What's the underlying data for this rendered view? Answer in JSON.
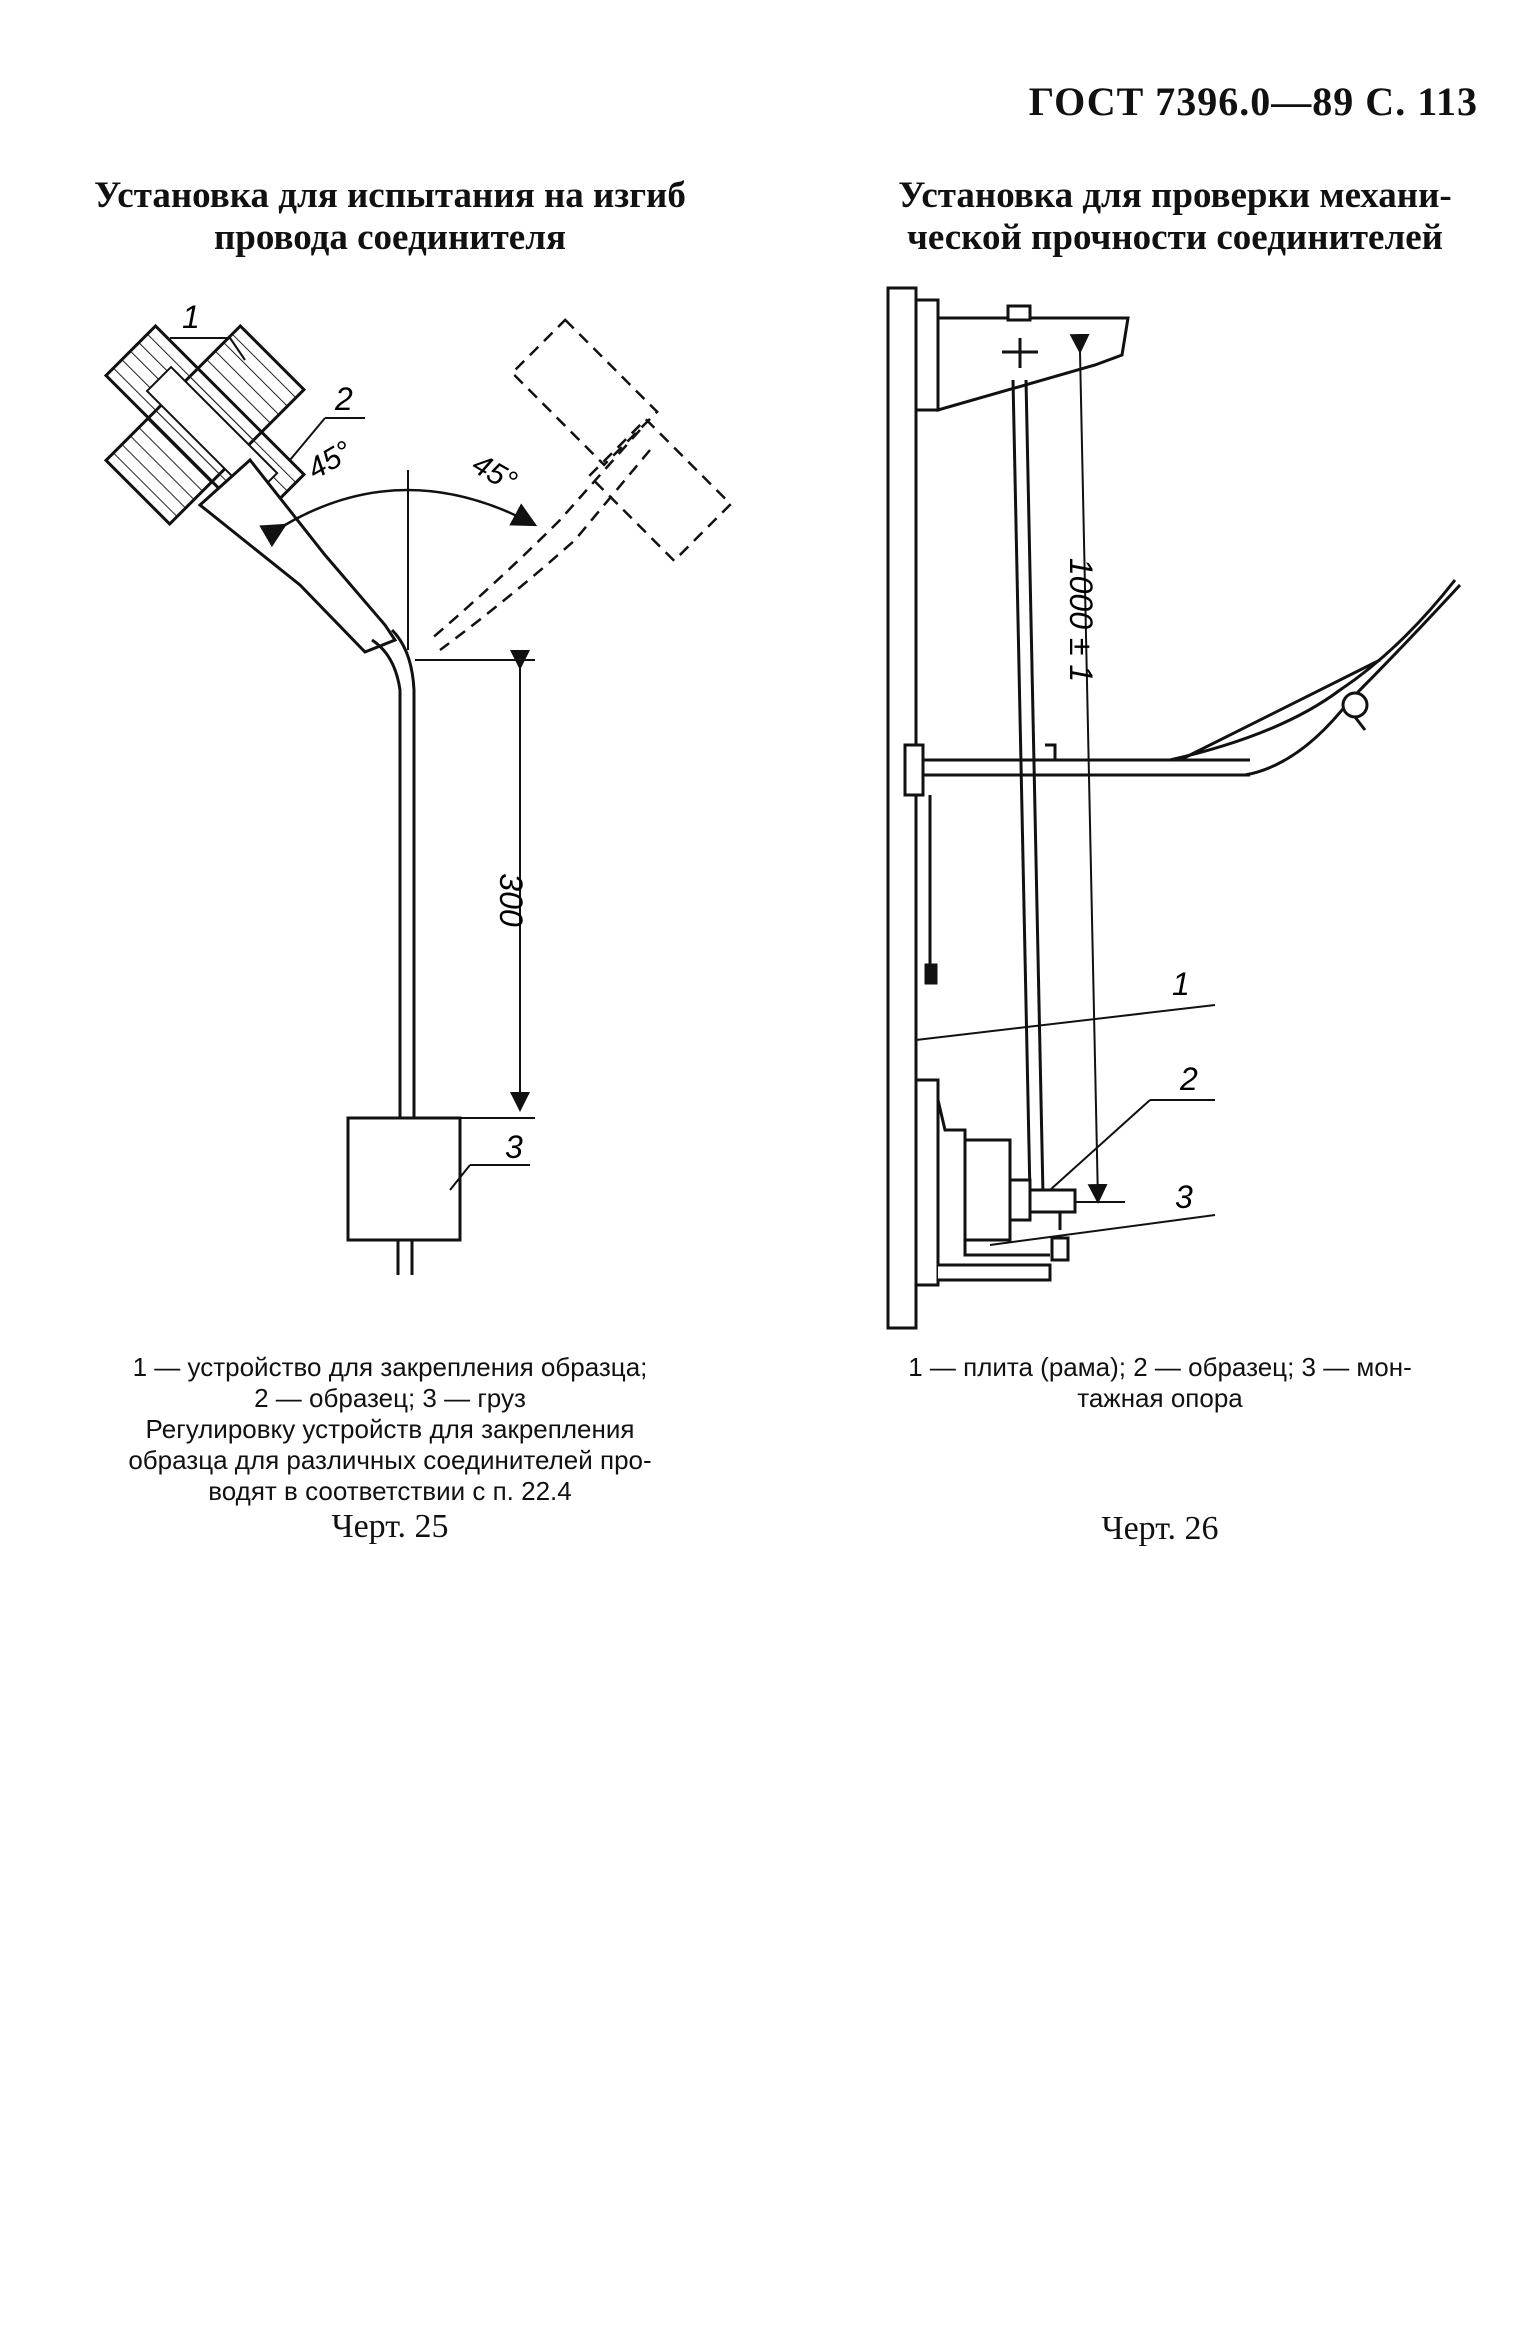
{
  "header": {
    "text": "ГОСТ 7396.0—89 С. 113"
  },
  "figure25": {
    "title_line1": "Установка для испытания на изгиб",
    "title_line2": "провода соединителя",
    "labels": {
      "l1": "1",
      "l2": "2",
      "l3": "3"
    },
    "angle_left": "45°",
    "angle_right": "45°",
    "dimension": "300",
    "caption_line1": "1 — устройство для закрепления образца;",
    "caption_line2": "2 — образец; 3 — груз",
    "note_line1": "Регулировку устройств для закрепления",
    "note_line2": "образца для различных соединителей про-",
    "note_line3": "водят в соответствии с п. 22.4",
    "number": "Черт. 25"
  },
  "figure26": {
    "title_line1": "Установка для проверки механи-",
    "title_line2": "ческой прочности соединителей",
    "labels": {
      "l1": "1",
      "l2": "2",
      "l3": "3"
    },
    "dimension": "1000 ± 1",
    "caption_line1": "1 — плита (рама); 2 — образец; 3 — мон-",
    "caption_line2": "тажная опора",
    "number": "Черт. 26"
  }
}
